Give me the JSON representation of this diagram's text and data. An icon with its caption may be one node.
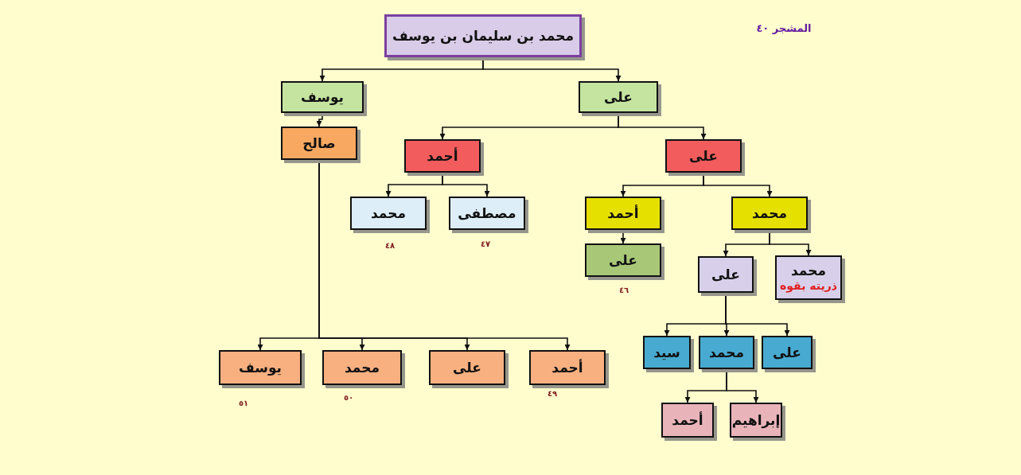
{
  "diagram": {
    "nodes": [
      {
        "text": [
          "محمد بن سليمان بن يوسف"
        ]
      },
      {
        "text": [
          "يوسف"
        ]
      },
      {
        "text": [
          "على"
        ]
      },
      {
        "text": [
          "صالح"
        ]
      },
      {
        "text": [
          "أحمد"
        ]
      },
      {
        "text": [
          "على"
        ]
      },
      {
        "text": [
          "محمد"
        ],
        "beside": [
          "٤٨"
        ]
      },
      {
        "text": [
          "مصطفى"
        ],
        "beside": [
          "٤٧"
        ]
      },
      {
        "text": [
          "أحمد"
        ]
      },
      {
        "text": [
          "محمد"
        ]
      },
      {
        "text": [
          "على"
        ],
        "beside": [
          "٤٦"
        ]
      },
      {
        "text": [
          "على"
        ]
      },
      {
        "text": [
          "محمد",
          "ذريته بقوه"
        ]
      },
      {
        "text": [
          "يوسف"
        ],
        "beside": [
          "٥١"
        ]
      },
      {
        "text": [
          "محمد"
        ],
        "beside": [
          "٥٠"
        ]
      },
      {
        "text": [
          "على"
        ]
      },
      {
        "text": [
          "أحمد"
        ],
        "beside": [
          "٤٩"
        ]
      },
      {
        "text": [
          "سيد"
        ]
      },
      {
        "text": [
          "محمد"
        ]
      },
      {
        "text": [
          "على"
        ]
      },
      {
        "text": [
          "أحمد"
        ]
      },
      {
        "text": [
          "إبراهيم"
        ]
      }
    ],
    "edges": [
      {
        "from": 0,
        "to": 1,
        "arrow": "to"
      },
      {
        "from": 0,
        "to": 2,
        "arrow": "to"
      },
      {
        "from": 1,
        "to": 3,
        "arrow": "to"
      },
      {
        "from": 2,
        "to": 4,
        "arrow": "to"
      },
      {
        "from": 2,
        "to": 5,
        "arrow": "to"
      },
      {
        "from": 3,
        "to": 13,
        "arrow": "to"
      },
      {
        "from": 3,
        "to": 14,
        "arrow": "to"
      },
      {
        "from": 3,
        "to": 15,
        "arrow": "to"
      },
      {
        "from": 3,
        "to": 16,
        "arrow": "to"
      },
      {
        "from": 4,
        "to": 6,
        "arrow": "to"
      },
      {
        "from": 4,
        "to": 7,
        "arrow": "to"
      },
      {
        "from": 5,
        "to": 8,
        "arrow": "to"
      },
      {
        "from": 5,
        "to": 9,
        "arrow": "to"
      },
      {
        "from": 8,
        "to": 10,
        "arrow": "to"
      },
      {
        "from": 9,
        "to": 11,
        "arrow": "to"
      },
      {
        "from": 9,
        "to": 12,
        "arrow": "to"
      },
      {
        "from": 11,
        "to": 17,
        "arrow": "to"
      },
      {
        "from": 11,
        "to": 18,
        "arrow": "to"
      },
      {
        "from": 11,
        "to": 19,
        "arrow": "to"
      },
      {
        "from": 18,
        "to": 20,
        "arrow": "to"
      },
      {
        "from": 18,
        "to": 21,
        "arrow": "to"
      }
    ],
    "labels": [
      "المشجر ٤٠"
    ]
  }
}
